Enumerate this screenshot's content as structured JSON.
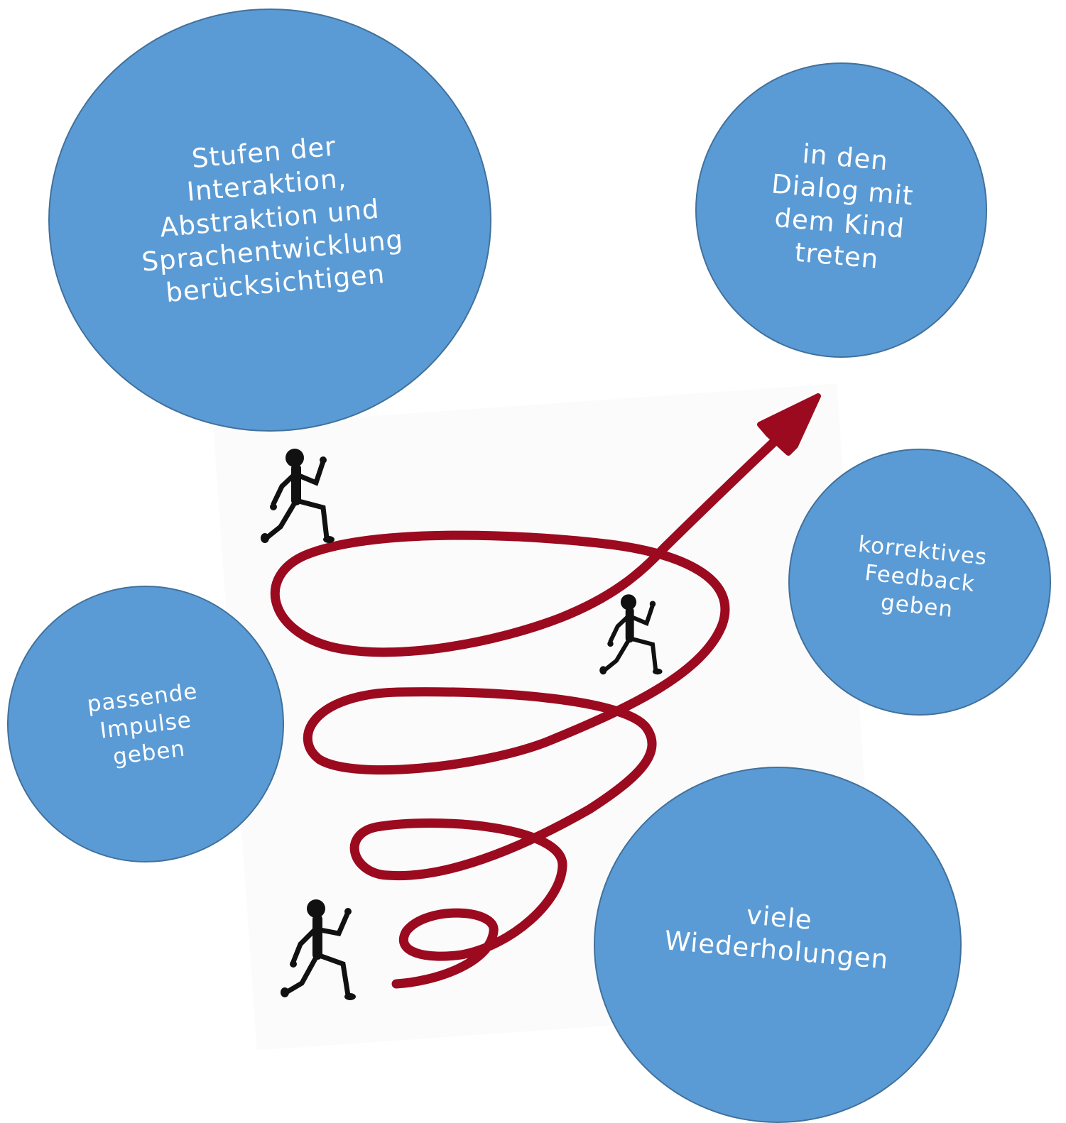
{
  "bubbles": [
    {
      "text": "Stufen der\nInteraktion,\nAbstraktion und\nSprachentwicklung\nberücksichtigen"
    },
    {
      "text": "in den\nDialog mit\ndem Kind\ntreten"
    },
    {
      "text": "korrektives\nFeedback\ngeben"
    },
    {
      "text": "passende\nImpulse\ngeben"
    },
    {
      "text": "viele\nWiederholungen"
    }
  ],
  "colors": {
    "bubble_fill": "#5b9bd5",
    "bubble_border": "#41719c",
    "bubble_text": "#ffffff",
    "spiral": "#9b0a1f",
    "figures": "#111111"
  },
  "icons": [
    "running-figure-icon",
    "spiral-arrow-icon"
  ]
}
